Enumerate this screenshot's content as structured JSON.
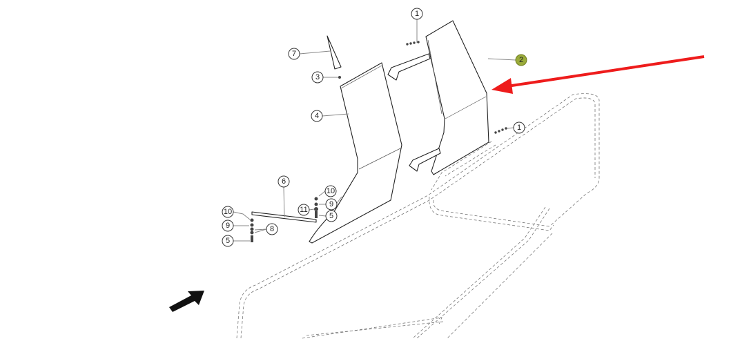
{
  "diagram": {
    "callouts": [
      {
        "label": "1"
      },
      {
        "label": "7"
      },
      {
        "label": "3"
      },
      {
        "label": "4"
      },
      {
        "label": "2",
        "highlighted": true
      },
      {
        "label": "1"
      },
      {
        "label": "6"
      },
      {
        "label": "10"
      },
      {
        "label": "9"
      },
      {
        "label": "11"
      },
      {
        "label": "5"
      },
      {
        "label": "10"
      },
      {
        "label": "9"
      },
      {
        "label": "8"
      },
      {
        "label": "5"
      }
    ],
    "colors": {
      "highlight": "#9aab3a",
      "pointer_arrow": "#ee1c1c",
      "direction_arrow": "#111111"
    }
  }
}
